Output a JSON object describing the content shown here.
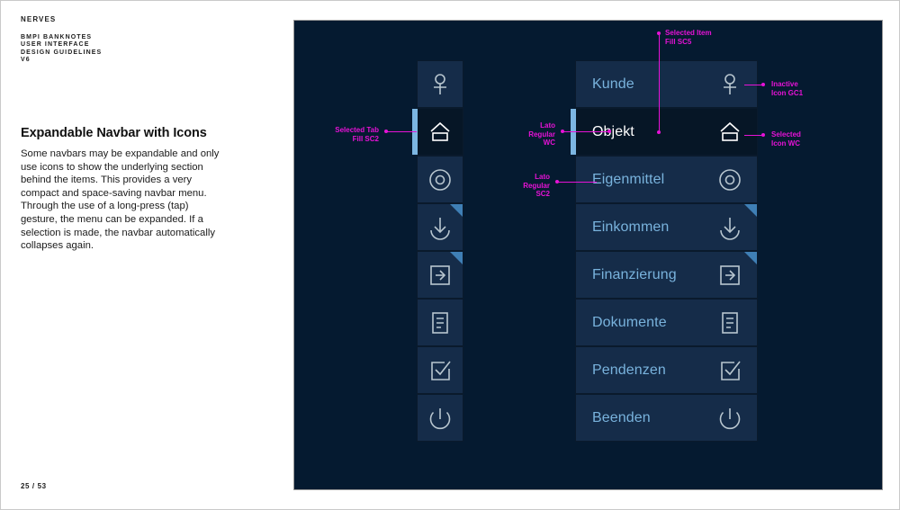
{
  "document": {
    "brand": "NERVES",
    "meta_lines": [
      "BMPI BANKNOTES",
      "USER INTERFACE",
      "DESIGN GUIDELINES",
      "V6"
    ],
    "headline": "Expandable Navbar with Icons",
    "body": "Some navbars may be expandable and only use icons to show the underlying section behind the items. This provides a very compact and space-saving navbar menu. Through the use of a long-press (tap) gesture, the menu can be expanded. If a selection is made, the navbar automatically collapses again.",
    "page_number": "25 / 53"
  },
  "colors": {
    "canvas_bg": "#051a30",
    "tile_fill": "#152c49",
    "tile_selected_fill": "#061626",
    "label": "#79b3dd",
    "label_selected": "#ffffff",
    "icon_inactive": "#b8c6cf",
    "icon_selected": "#ffffff",
    "accent_bar": "#7cb6e2",
    "corner_marker": "#3f7fb5",
    "annotation": "#e612d6"
  },
  "navbar": {
    "items": [
      {
        "label": "Kunde",
        "icon": "person-icon",
        "selected": false,
        "corner": false
      },
      {
        "label": "Objekt",
        "icon": "house-icon",
        "selected": true,
        "corner": false
      },
      {
        "label": "Eigenmittel",
        "icon": "target-icon",
        "selected": false,
        "corner": false
      },
      {
        "label": "Einkommen",
        "icon": "download-icon",
        "selected": false,
        "corner": true
      },
      {
        "label": "Finanzierung",
        "icon": "login-icon",
        "selected": false,
        "corner": true
      },
      {
        "label": "Dokumente",
        "icon": "document-icon",
        "selected": false,
        "corner": false
      },
      {
        "label": "Pendenzen",
        "icon": "checkbox-icon",
        "selected": false,
        "corner": false
      },
      {
        "label": "Beenden",
        "icon": "power-icon",
        "selected": false,
        "corner": false
      }
    ]
  },
  "annotations": {
    "selected_tab": {
      "line1": "Selected Tab",
      "line2": "Fill SC2"
    },
    "selected_item": {
      "line1": "Selected Item",
      "line2": "Fill SC5"
    },
    "inactive_icon": {
      "line1": "Inactive",
      "line2": "Icon GC1"
    },
    "selected_icon": {
      "line1": "Selected",
      "line2": "Icon WC"
    },
    "type_wc": {
      "line1": "Lato",
      "line2": "Regular",
      "line3": "WC"
    },
    "type_sc2": {
      "line1": "Lato",
      "line2": "Regular",
      "line3": "SC2"
    }
  }
}
